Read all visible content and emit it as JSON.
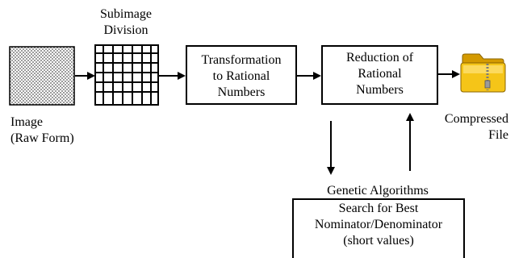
{
  "labels": {
    "subimage_division": [
      "Subimage",
      "Division"
    ],
    "image": [
      "Image",
      "(Raw Form)"
    ],
    "transformation": [
      "Transformation",
      "to Rational",
      "Numbers"
    ],
    "reduction": [
      "Reduction of",
      "Rational",
      "Numbers"
    ],
    "compressed_file": [
      "Compressed",
      "File"
    ],
    "genetic_title": "Genetic Algorithms",
    "genetic_box": [
      "Search for Best",
      "Nominator/Denominator",
      "(short values)"
    ]
  },
  "icons": {
    "raw_image": "dotted-image-icon",
    "subimage_grid": "grid-icon",
    "compressed_file": "zipped-folder-icon"
  },
  "colors": {
    "folder_fill": "#f5c518",
    "folder_dark": "#d49a00",
    "line": "#000000"
  }
}
